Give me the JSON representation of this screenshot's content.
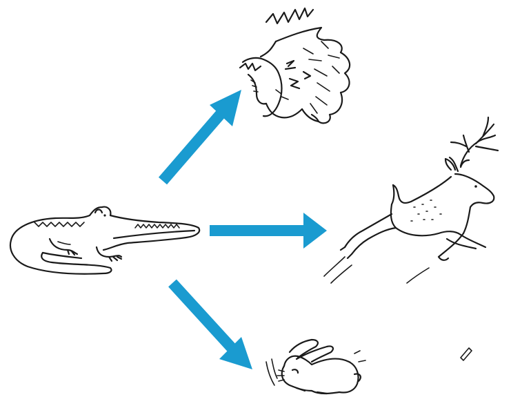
{
  "diagram": {
    "nodes": [
      {
        "id": "crocodile",
        "icon": "crocodile-icon"
      },
      {
        "id": "lion",
        "icon": "lion-head-icon"
      },
      {
        "id": "deer",
        "icon": "deer-icon"
      },
      {
        "id": "rabbit",
        "icon": "rabbit-icon"
      }
    ],
    "edges": [
      {
        "from": "crocodile",
        "to": "lion"
      },
      {
        "from": "crocodile",
        "to": "deer"
      },
      {
        "from": "crocodile",
        "to": "rabbit"
      }
    ],
    "colors": {
      "arrow": "#1a9bd0",
      "ink": "#1a1a1a",
      "background": "#ffffff"
    }
  }
}
